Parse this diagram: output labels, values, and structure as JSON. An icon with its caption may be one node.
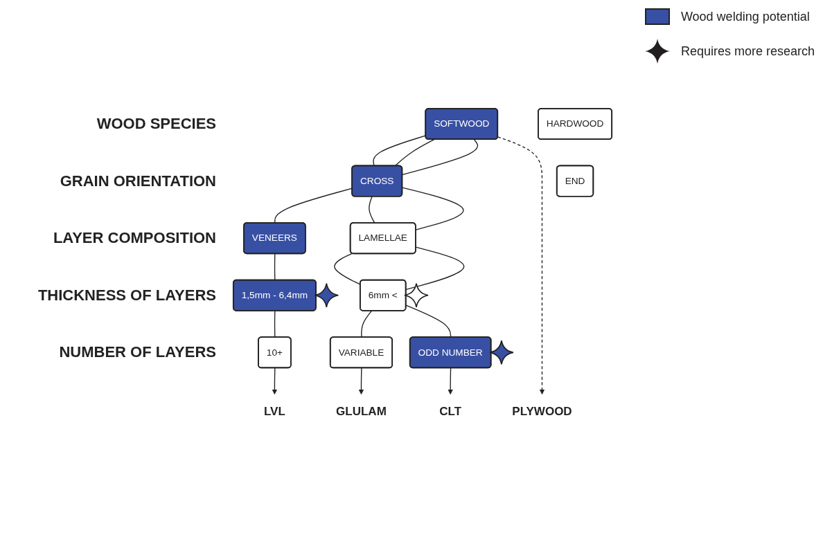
{
  "diagram": {
    "nodes": [
      {
        "text": [
          "SOFTWOOD"
        ]
      },
      {
        "text": [
          "HARDWOOD"
        ]
      },
      {
        "text": [
          "CROSS"
        ]
      },
      {
        "text": [
          "END"
        ]
      },
      {
        "text": [
          "VENEERS"
        ]
      },
      {
        "text": [
          "LAMELLAE"
        ]
      },
      {
        "text": [
          "1,5mm - 6,4mm"
        ]
      },
      {
        "text": [
          "6mm <"
        ]
      },
      {
        "text": [
          "ODD NUMBER"
        ]
      },
      {
        "text": [
          "10+"
        ]
      },
      {
        "text": [
          "VARIABLE"
        ]
      },
      {
        "text": [
          "GLULAM"
        ]
      },
      {
        "text": [
          "LVL"
        ]
      },
      {
        "text": [
          "CLT"
        ]
      },
      {
        "text": [
          "PLYWOOD"
        ]
      }
    ],
    "edges": [
      {
        "from": 0,
        "to": 2,
        "arrow": "none"
      },
      {
        "from": 0,
        "to": 2,
        "arrow": "none"
      },
      {
        "from": 0,
        "to": 2,
        "arrow": "none"
      },
      {
        "from": 0,
        "to": 14,
        "arrow": "to",
        "style": "dashed"
      },
      {
        "from": 2,
        "to": 4,
        "arrow": "none"
      },
      {
        "from": 2,
        "to": 5,
        "arrow": "none"
      },
      {
        "from": 2,
        "to": 5,
        "arrow": "none"
      },
      {
        "from": 4,
        "to": 6,
        "arrow": "none"
      },
      {
        "from": 5,
        "to": 7,
        "arrow": "none"
      },
      {
        "from": 5,
        "to": 7,
        "arrow": "none"
      },
      {
        "from": 6,
        "to": 9,
        "arrow": "none"
      },
      {
        "from": 7,
        "to": 10,
        "arrow": "none"
      },
      {
        "from": 7,
        "to": 8,
        "arrow": "none"
      },
      {
        "from": 8,
        "to": 13,
        "arrow": "to"
      },
      {
        "from": 9,
        "to": 12,
        "arrow": "to"
      },
      {
        "from": 10,
        "to": 11,
        "arrow": "to"
      }
    ],
    "labels": [
      "WOOD SPECIES",
      "GRAIN ORIENTATION",
      "LAYER COMPOSITION",
      "THICKNESS OF LAYERS",
      "NUMBER OF LAYERS"
    ],
    "legend": [
      {
        "text": "Wood welding potential",
        "color": "#3850a3"
      },
      {
        "text": "Requires more research"
      }
    ]
  }
}
